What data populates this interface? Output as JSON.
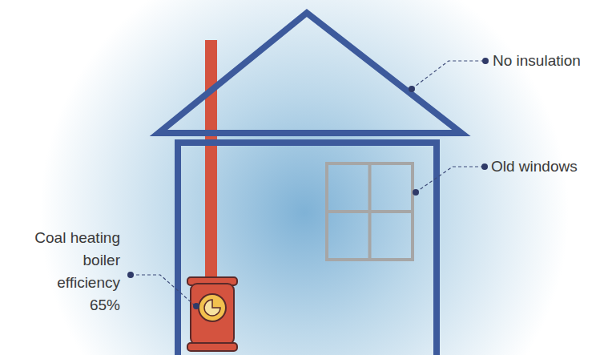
{
  "diagram": {
    "labels": [
      "No insulation",
      "Old windows",
      "Coal heating boiler efficiency 65%"
    ]
  }
}
